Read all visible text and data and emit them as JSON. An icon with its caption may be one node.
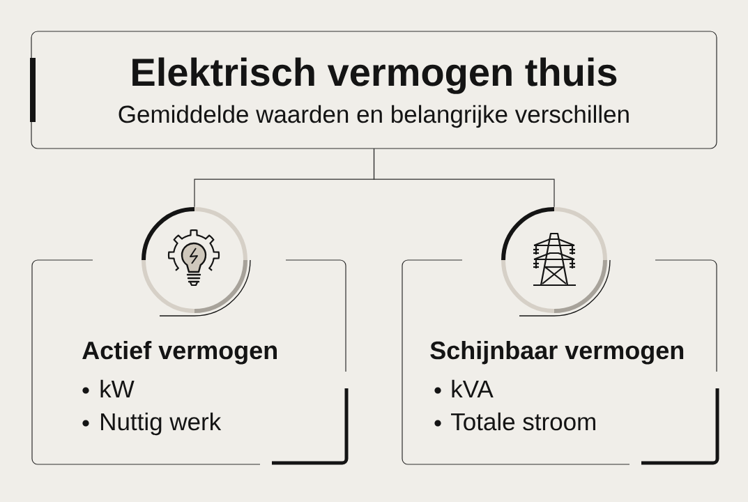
{
  "diagram": {
    "nodes": [
      {
        "text": [
          "Elektrisch vermogen thuis",
          "Gemiddelde waarden en belangrijke verschillen"
        ]
      },
      {
        "text": [],
        "shape": "circle"
      },
      {
        "text": [
          "Actief vermogen",
          "kW",
          "Nuttig werk"
        ]
      },
      {
        "text": [],
        "shape": "circle"
      },
      {
        "text": [
          "Schijnbaar vermogen",
          "kVA",
          "Totale stroom"
        ]
      }
    ],
    "edges": [
      {
        "from": 0,
        "to": 1,
        "arrow": "none"
      },
      {
        "from": 0,
        "to": 3,
        "arrow": "none"
      }
    ]
  }
}
